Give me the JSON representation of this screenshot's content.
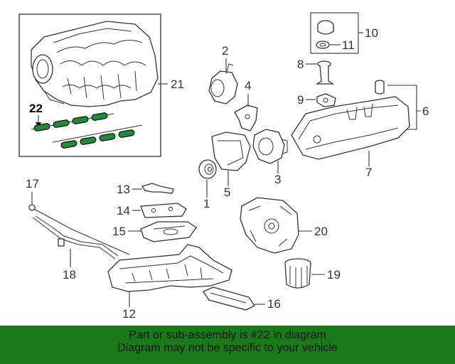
{
  "diagram": {
    "callouts": {
      "c1": "1",
      "c2": "2",
      "c3": "3",
      "c4": "4",
      "c5": "5",
      "c6": "6",
      "c7": "7",
      "c8": "8",
      "c9": "9",
      "c10": "10",
      "c11": "11",
      "c12": "12",
      "c13": "13",
      "c14": "14",
      "c15": "15",
      "c16": "16",
      "c17": "17",
      "c18": "18",
      "c19": "19",
      "c20": "20",
      "c21": "21",
      "c22": "22"
    },
    "highlighted_part": "22",
    "highlight_color": "#1f8a3c"
  },
  "banner": {
    "line1": "Part or sub-assembly is #22 in diagram",
    "line2": "Diagram may not be specific to your vehicle",
    "background": "#1a7a1a"
  }
}
